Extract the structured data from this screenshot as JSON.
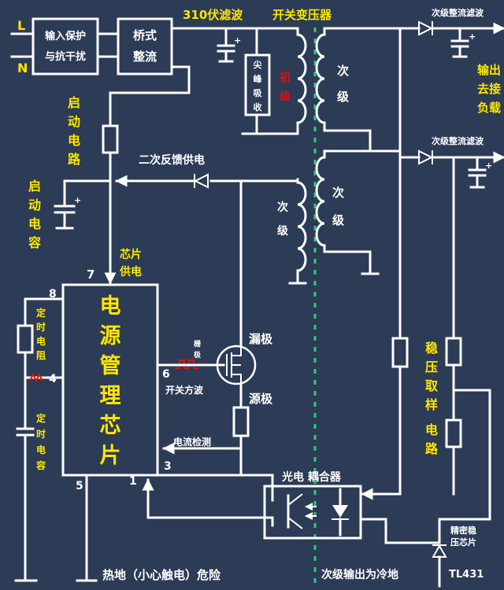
{
  "colors": {
    "background": "#2c3b56",
    "wire": "#ffffff",
    "label": "#ffe600",
    "highlight": "#e01010",
    "isolation_line": "#2ecc71"
  },
  "inputs": {
    "live": "L",
    "neutral": "N"
  },
  "blocks": {
    "input_protect_1": "输入保护",
    "input_protect_2": "与抗干扰",
    "bridge_1": "桥式",
    "bridge_2": "整流",
    "snubber": [
      "尖",
      "峰",
      "吸",
      "收"
    ]
  },
  "labels": {
    "filter_310": "310伏滤波",
    "transformer": "开关变压器",
    "primary": [
      "初",
      "级"
    ],
    "secondary_1": [
      "次",
      "级"
    ],
    "secondary_2": [
      "次",
      "级"
    ],
    "secondary_aux": [
      "次",
      "级"
    ],
    "startup_circuit": [
      "启",
      "动",
      "电",
      "路"
    ],
    "startup_cap": [
      "启",
      "动",
      "电",
      "容"
    ],
    "feedback_supply": "二次反馈供电",
    "chip_supply_1": "芯片",
    "chip_supply_2": "供电",
    "chip": [
      "电",
      "源",
      "管",
      "理",
      "芯",
      "片"
    ],
    "timing_resistor": [
      "定",
      "时",
      "电",
      "阻"
    ],
    "timing_cap": [
      "定",
      "时",
      "电",
      "容"
    ],
    "gate": [
      "栅",
      "极"
    ],
    "drain": "漏极",
    "source": "源极",
    "switch_wave": "开关方波",
    "current_sense": "电流检测",
    "sec_rect_1": "次级整流滤波",
    "sec_rect_2": "次级整流滤波",
    "output": [
      "输出",
      "去接",
      "负载"
    ],
    "regulation": [
      "稳",
      "压",
      "取",
      "样",
      "电",
      "路"
    ],
    "optocoupler": "光电  耦合器",
    "precision_1": "精密稳",
    "precision_2": "压芯片",
    "tl431": "TL431",
    "hot_ground": "热地（小心触电）危险",
    "cold_ground": "次级输出为冷地"
  },
  "pins": {
    "p7": "7",
    "p8": "8",
    "p4": "4",
    "p6": "6",
    "p3": "3",
    "p5": "5",
    "p1": "1"
  },
  "icons": [
    "diode-icon",
    "capacitor-icon",
    "resistor-icon",
    "inductor-icon",
    "mosfet-icon",
    "optocoupler-icon",
    "ground-icon",
    "square-wave-icon"
  ]
}
